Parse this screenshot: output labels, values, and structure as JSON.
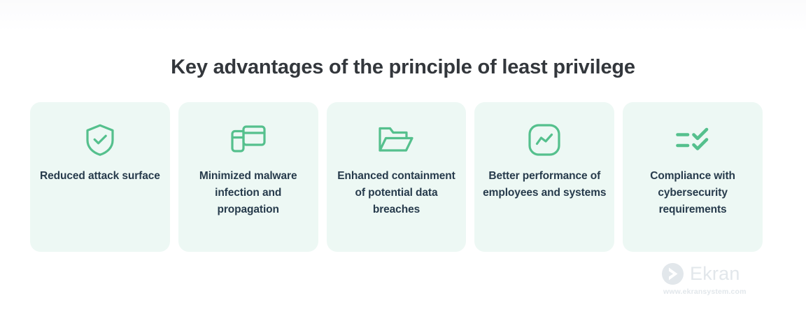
{
  "page": {
    "title": "Key advantages of the principle of least privilege",
    "background_color": "#ffffff",
    "title_color": "#33373c"
  },
  "theme": {
    "card_background": "#edf8f4",
    "icon_color": "#55c08d",
    "card_text_color": "#273b4c",
    "watermark_color": "#e2e7eb"
  },
  "cards": [
    {
      "icon": "shield-check-icon",
      "label": "Reduced attack surface"
    },
    {
      "icon": "overlapping-windows-icon",
      "label": "Minimized malware infection and propagation"
    },
    {
      "icon": "open-folder-icon",
      "label": "Enhanced containment of potential data breaches"
    },
    {
      "icon": "activity-chart-icon",
      "label": "Better performance of employees and systems"
    },
    {
      "icon": "checklist-icon",
      "label": "Compliance with cybersecurity requirements"
    }
  ],
  "brand": {
    "mark": "ekran-chevron-logo-icon",
    "name": "Ekran",
    "url": "www.ekransystem.com"
  }
}
